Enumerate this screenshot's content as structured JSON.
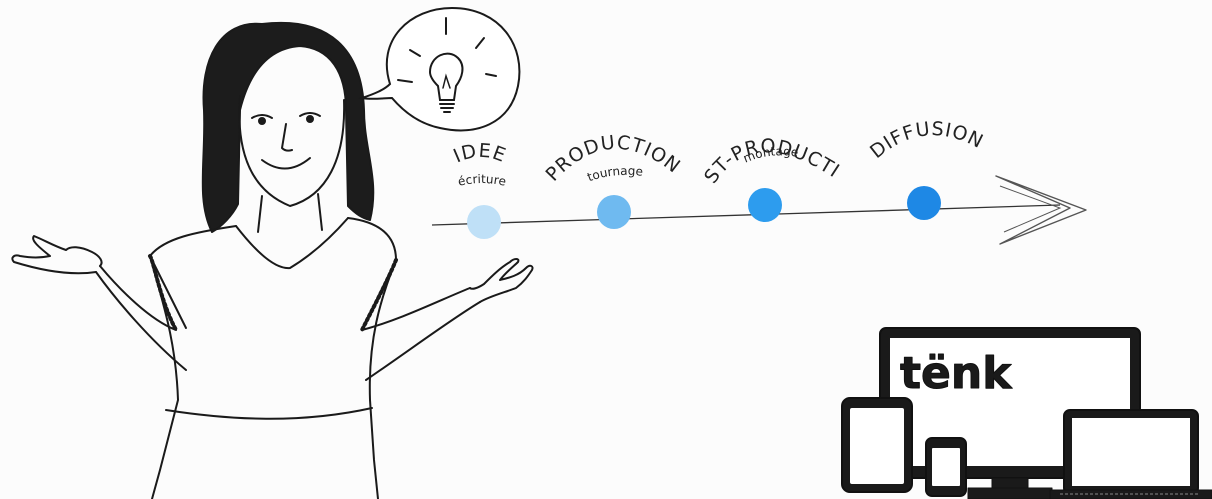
{
  "timeline": {
    "steps": [
      {
        "label": "IDEE",
        "sub": "écriture",
        "color": "#bfe0f7"
      },
      {
        "label": "PRODUCTION",
        "sub": "tournage",
        "color": "#6fbaf0"
      },
      {
        "label": "POST-PRODUCTION",
        "sub": "montage",
        "color": "#2d9cee"
      },
      {
        "label": "DIFFUSION",
        "sub": "",
        "color": "#1e88e5"
      }
    ]
  },
  "logo": {
    "text": "tënk"
  },
  "icons": {
    "woman": "woman-shrugging-illustration",
    "bubble": "lightbulb-thought-bubble-icon",
    "arrow": "arrow-head-icon",
    "devices": "devices-icon"
  }
}
